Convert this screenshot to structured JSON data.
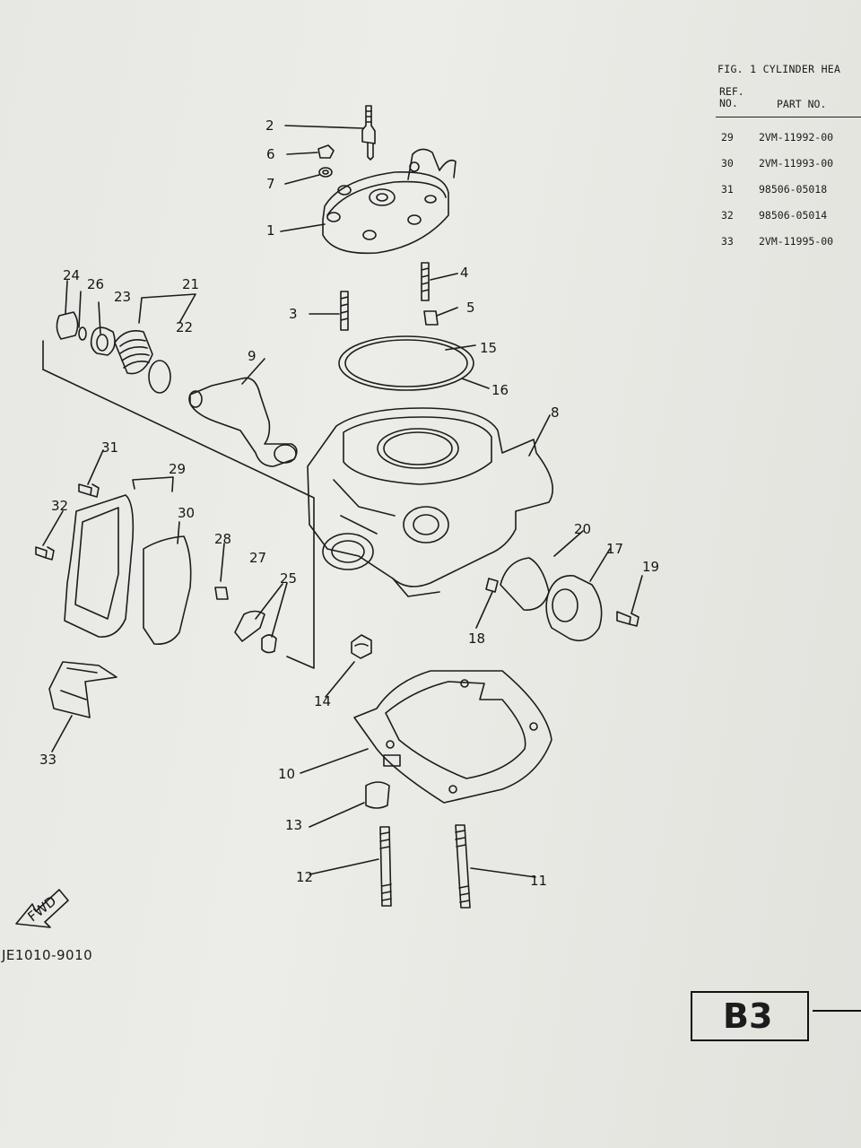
{
  "figure": {
    "title": "FIG. 1 CYLINDER HEA",
    "header_ref": "REF.\nNO.",
    "header_part": "PART NO."
  },
  "parts_rows": [
    {
      "ref": "29",
      "part": "2VM-11992-00"
    },
    {
      "ref": "30",
      "part": "2VM-11993-00"
    },
    {
      "ref": "31",
      "part": "98506-05018"
    },
    {
      "ref": "32",
      "part": "98506-05014"
    },
    {
      "ref": "33",
      "part": "2VM-11995-00"
    }
  ],
  "callouts": [
    "1",
    "2",
    "3",
    "4",
    "5",
    "6",
    "7",
    "8",
    "9",
    "10",
    "11",
    "12",
    "13",
    "14",
    "15",
    "16",
    "17",
    "18",
    "19",
    "20",
    "21",
    "22",
    "23",
    "24",
    "25",
    "26",
    "27",
    "28",
    "29",
    "30",
    "31",
    "32",
    "33"
  ],
  "fwd_label": "FWD",
  "diagram_code": "JE1010-9010",
  "section_label": "B3",
  "colors": {
    "ink": "#1c1c1c",
    "paper": "#e9e9e5"
  }
}
